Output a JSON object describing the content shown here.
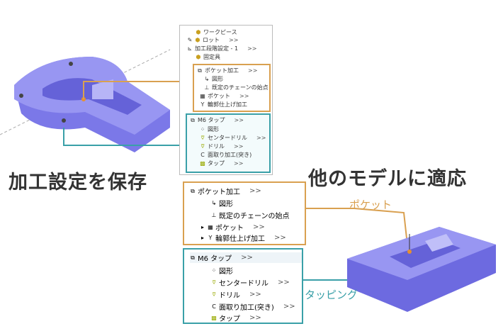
{
  "colors": {
    "pocket": "#d9a050",
    "tap": "#3aa0a8",
    "part": "#7b78e8"
  },
  "headings": {
    "save": "加工設定を保存",
    "apply": "他のモデルに適応"
  },
  "callouts": {
    "pocket": "ポケット",
    "tapping": "タッピング"
  },
  "tree_top": {
    "items": [
      "ワークピース",
      "ロット",
      "加工段階設定 - 1",
      "固定具"
    ],
    "more": ">>"
  },
  "pocket_group": {
    "title": "ポケット加工",
    "items": [
      "図形",
      "既定のチェーンの始点",
      "ポケット",
      "輪郭仕上げ加工"
    ],
    "more": ">>"
  },
  "tap_group": {
    "title": "M6 タップ",
    "items": [
      "図形",
      "センタードリル",
      "ドリル",
      "面取り加工(突き)",
      "タップ"
    ],
    "more": ">>"
  }
}
